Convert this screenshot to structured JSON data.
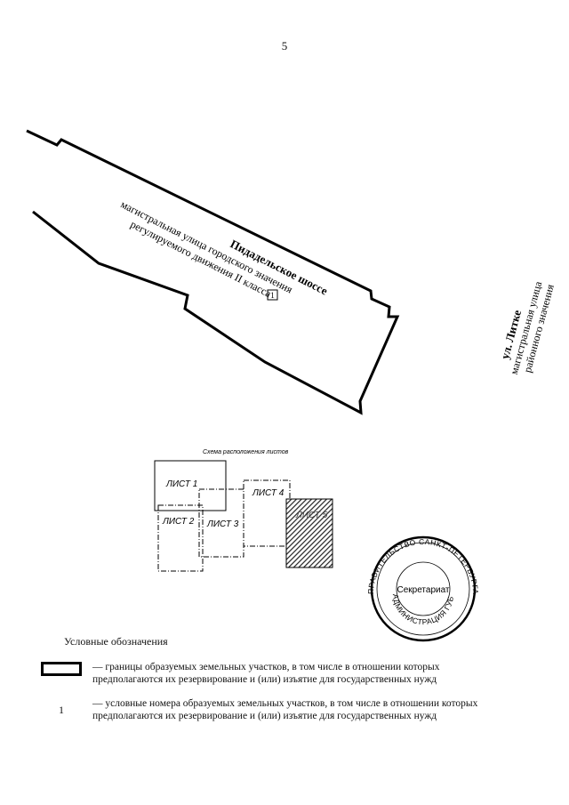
{
  "page_number": "5",
  "map": {
    "road_main": {
      "name": "Пидадельское шоссе",
      "line1": "магистральная улица городского значения",
      "line2": "регулируемого движения II класса"
    },
    "road_side": {
      "name": "ул. Литке",
      "line1": "магистральная улица",
      "line2": "районного значения"
    },
    "plot_number": "1"
  },
  "scheme": {
    "title": "Схема расположения листов",
    "sheets": [
      "ЛИСТ 1",
      "ЛИСТ 2",
      "ЛИСТ 3",
      "ЛИСТ 4",
      "ЛИСТ 5"
    ]
  },
  "seal": {
    "outer_text": "ПРАВИТЕЛЬСТВО САНКТ-ПЕТЕРБУРГА",
    "inner_text": "АДМИНИСТРАЦИЯ ГУБЕРНАТОРА САНКТ-ПЕТЕРБУРГА",
    "center_text": "Секретариат"
  },
  "legend": {
    "title": "Условные обозначения",
    "items": [
      {
        "symbol": "",
        "text": "— границы образуемых земельных участков, в том числе в отношении которых предполагаются их резервирование и (или) изъятие для государственных нужд"
      },
      {
        "symbol": "1",
        "text": "— условные номера образуемых земельных участков, в том числе в отношении которых предполагаются их резервирование и (или) изъятие для государственных нужд"
      }
    ]
  }
}
